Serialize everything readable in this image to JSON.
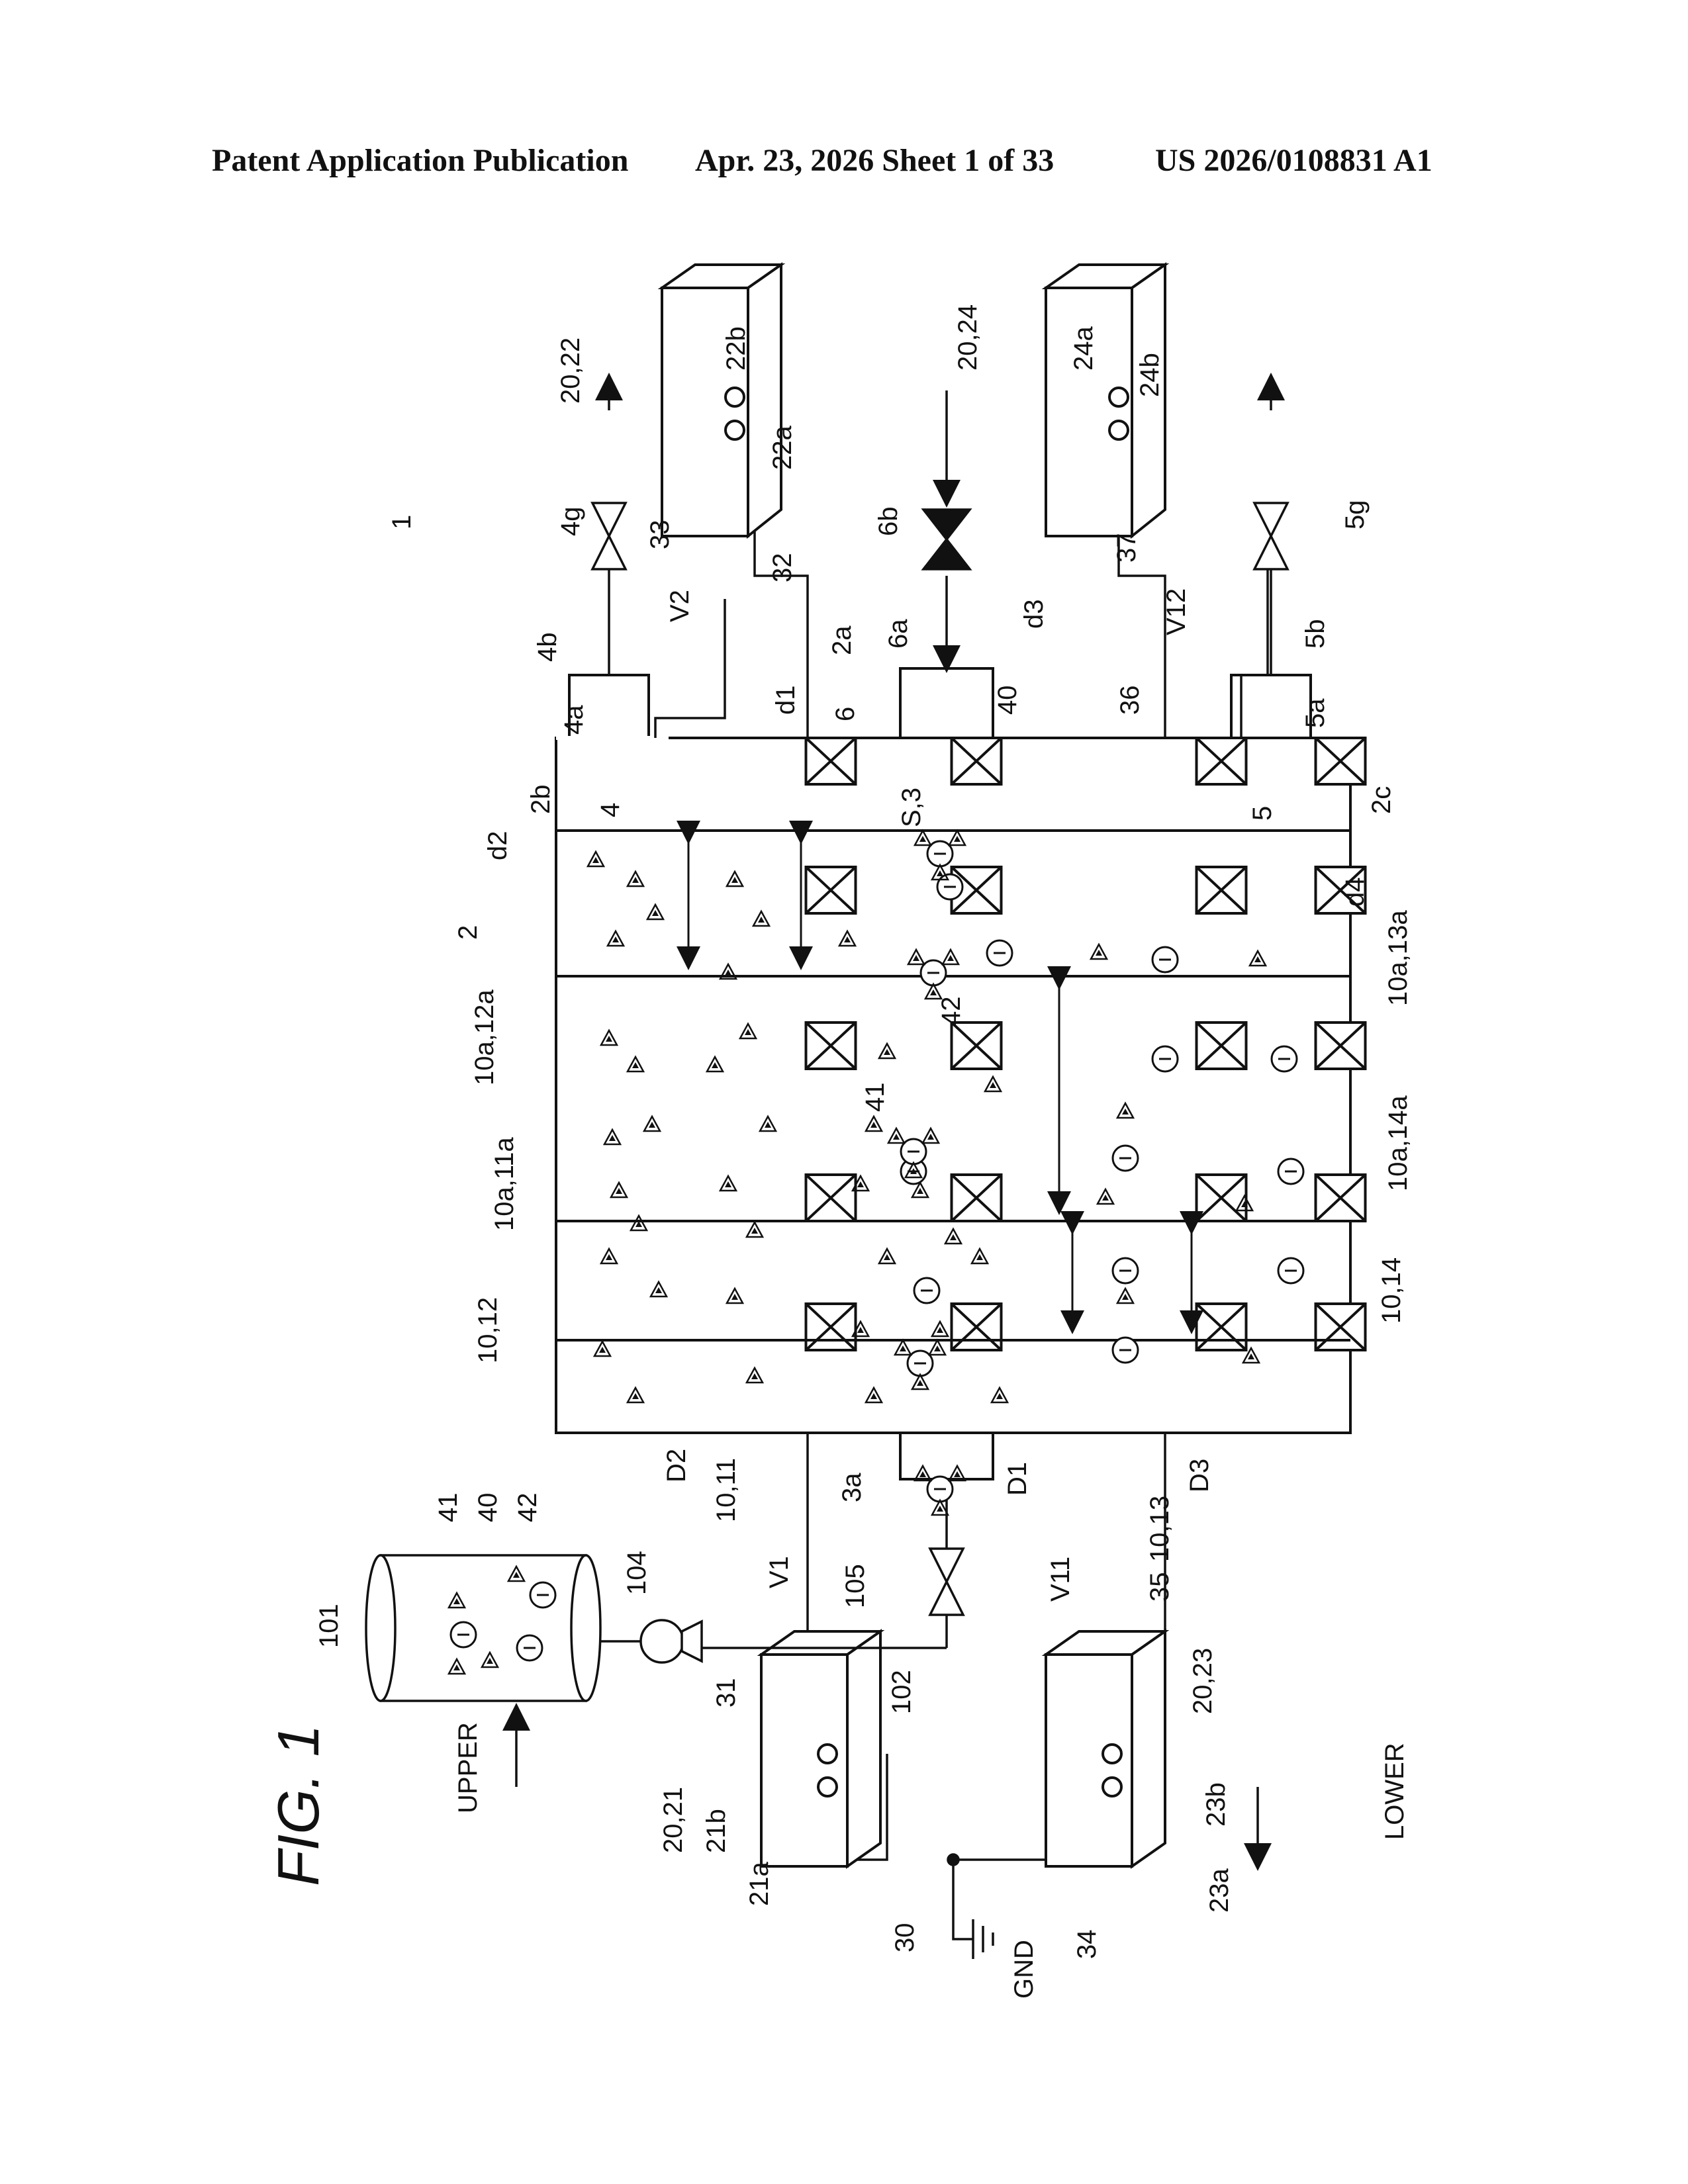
{
  "header": {
    "left": "Patent Application Publication",
    "middle": "Apr. 23, 2026  Sheet 1 of 33",
    "right": "US 2026/0108831 A1"
  },
  "figure_label": "FIG. 1",
  "labels": {
    "ref_1": "1",
    "n20_22": "20,22",
    "n22b": "22b",
    "n22a": "22a",
    "n20_24": "20,24",
    "n24a": "24a",
    "n24b": "24b",
    "n4g": "4g",
    "n33": "33",
    "nV2": "V2",
    "n4b": "4b",
    "n4a": "4a",
    "n32": "32",
    "n2a": "2a",
    "n6": "6",
    "n6a": "6a",
    "n6b": "6b",
    "nd1": "d1",
    "n40top": "40",
    "nd3": "d3",
    "n36": "36",
    "nV12": "V12",
    "n37": "37",
    "n5b": "5b",
    "n5a": "5a",
    "n5g": "5g",
    "nd2": "d2",
    "n2b": "2b",
    "n4": "4",
    "nS3": "S,3",
    "n5": "5",
    "n2c": "2c",
    "n2": "2",
    "nd4": "d4",
    "n10a12a": "10a,12a",
    "n10a13a": "10a,13a",
    "n41": "41",
    "n42": "42",
    "n10a11a": "10a,11a",
    "n10a14a": "10a,14a",
    "n10_12": "10,12",
    "n10_14": "10,14",
    "nD2": "D2",
    "n10_11": "10,11",
    "n3a": "3a",
    "nD1": "D1",
    "n10_13": "10,13",
    "nD3": "D3",
    "n40tank": "40",
    "n41tank": "41",
    "n42tank": "42",
    "n101": "101",
    "n104": "104",
    "n105": "105",
    "nV1": "V1",
    "nV11": "V11",
    "n35": "35",
    "n102": "102",
    "n31": "31",
    "n20_21": "20,21",
    "n21b": "21b",
    "n21a": "21a",
    "n20_23": "20,23",
    "n23b": "23b",
    "n23a": "23a",
    "n30": "30",
    "n34": "34",
    "nGND": "GND",
    "upper": "UPPER",
    "lower": "LOWER"
  }
}
